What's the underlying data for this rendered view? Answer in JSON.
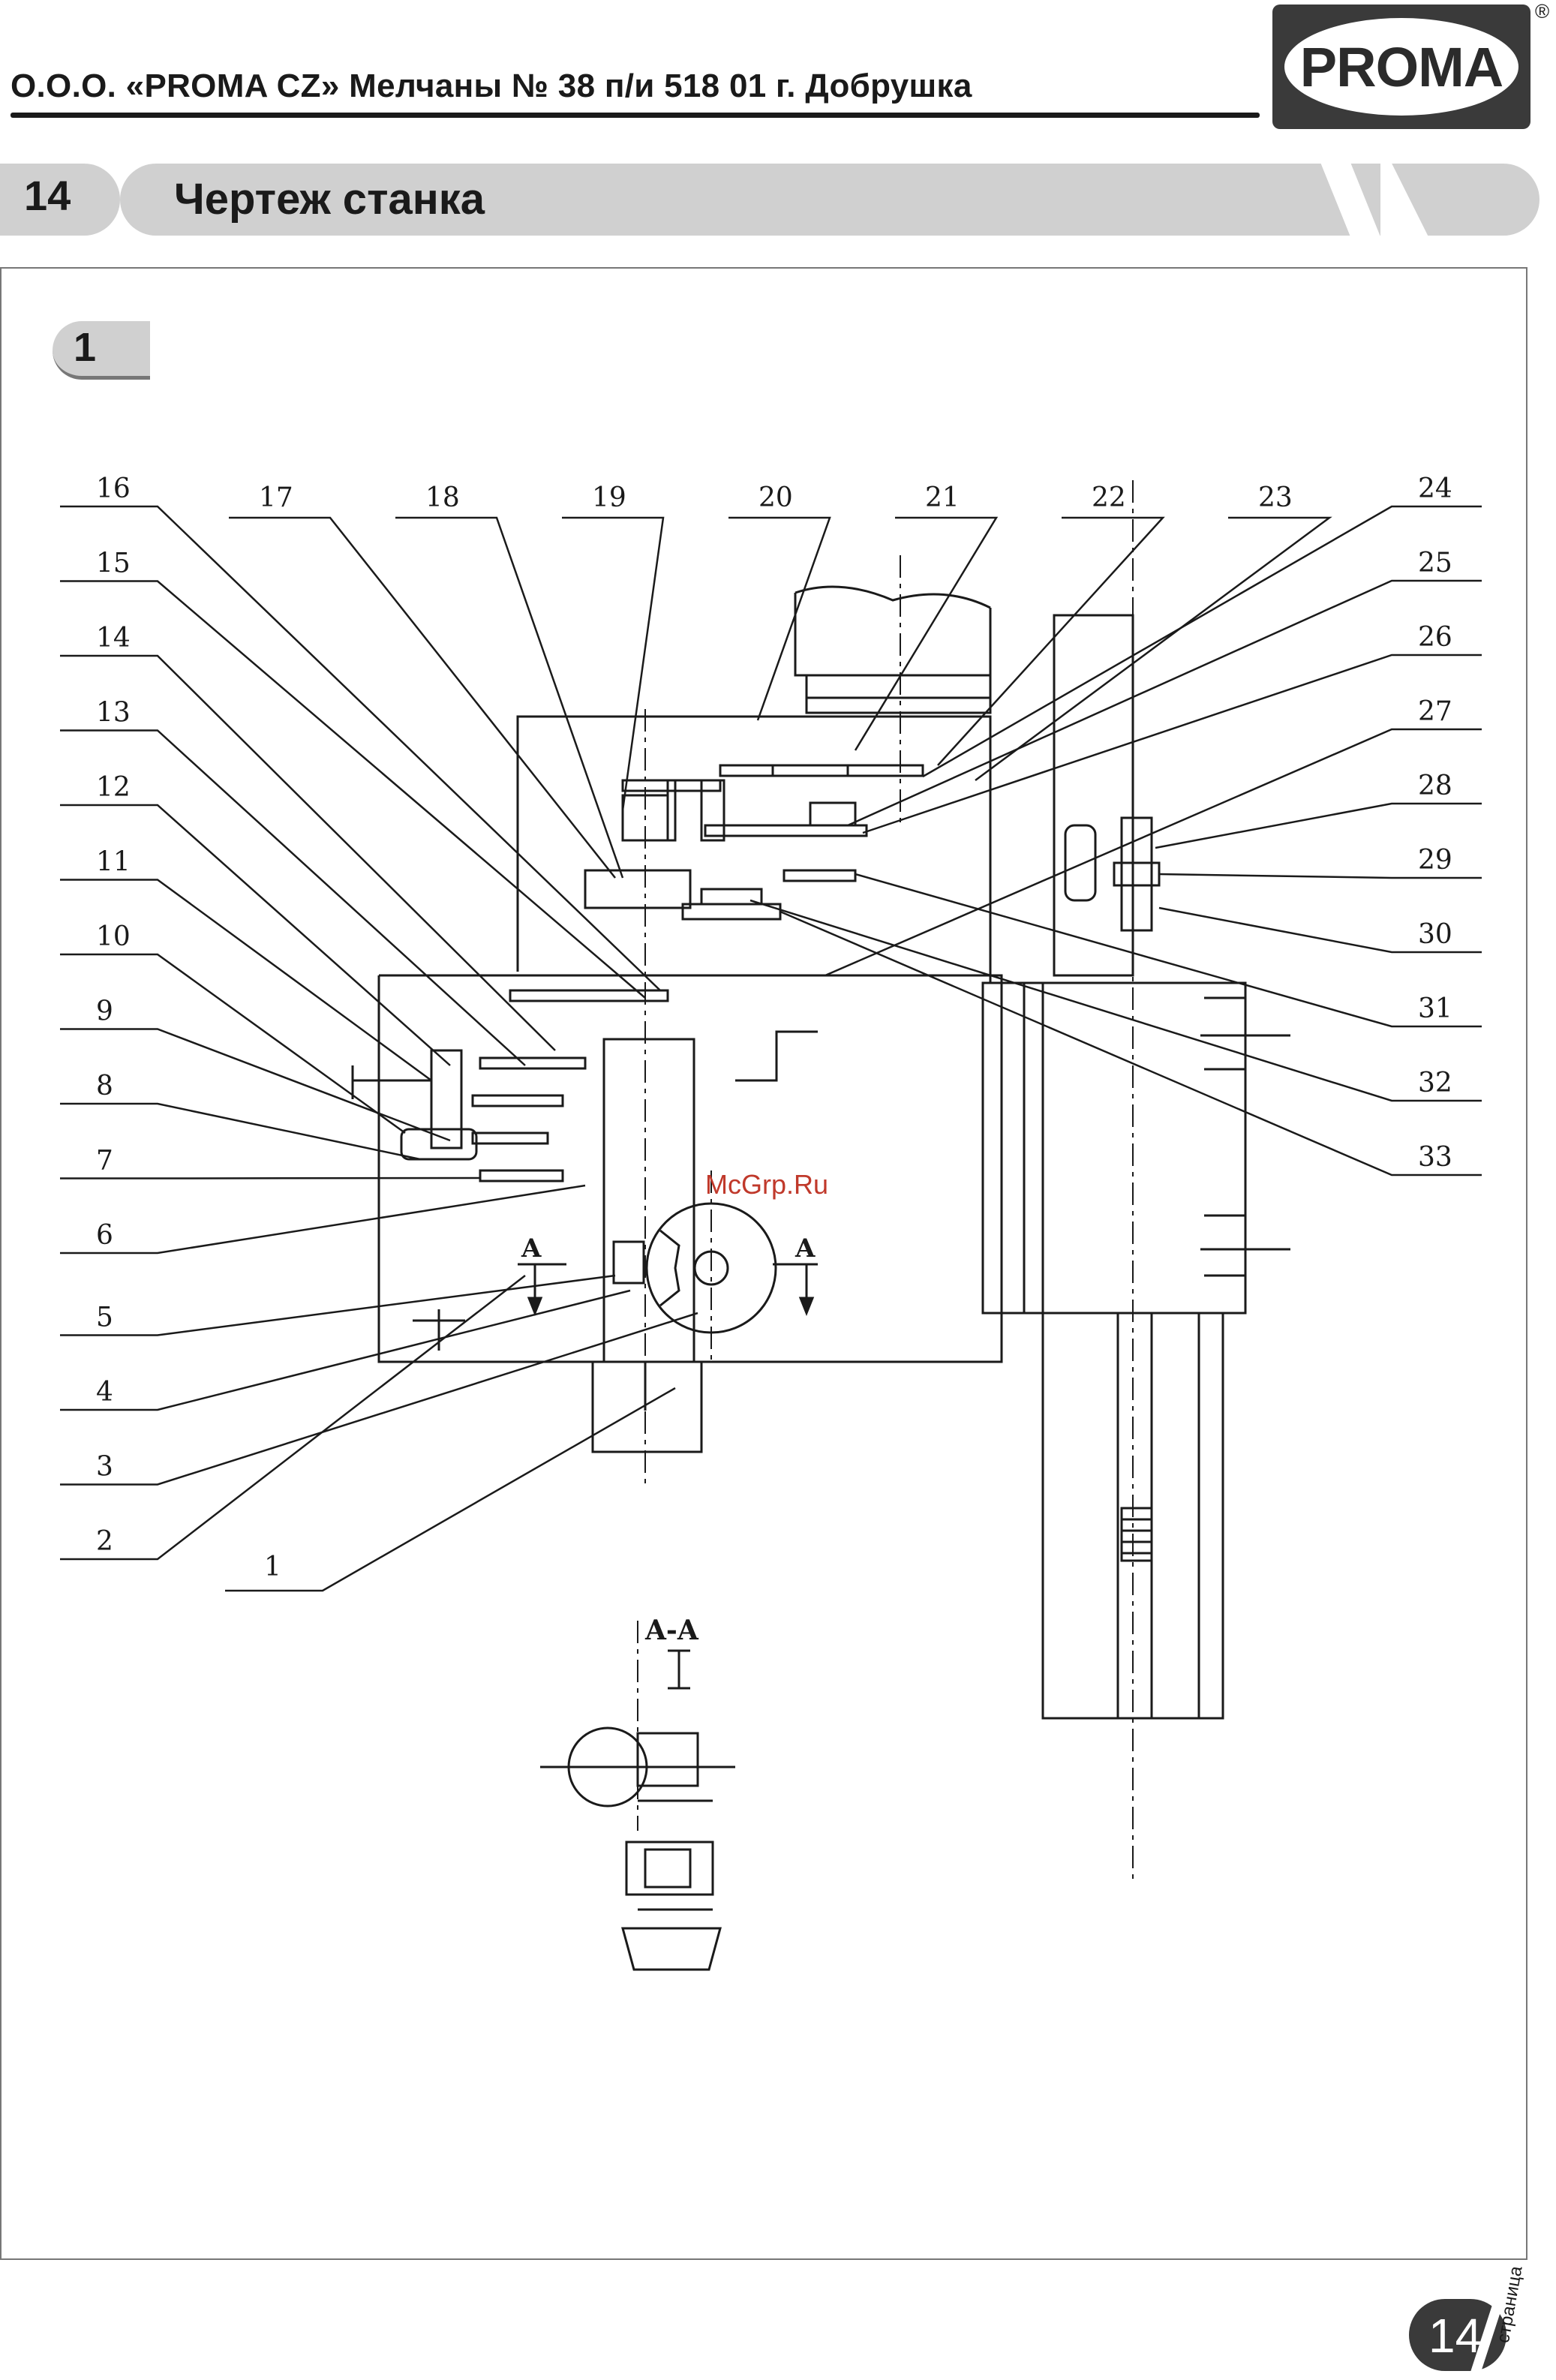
{
  "header": {
    "company": "О.О.О. «PROMA CZ» Мелчаны № 38 п/и 518 01 г. Добрушка",
    "logo_text": "PROMA",
    "registered_mark": "®"
  },
  "section": {
    "page_number": "14",
    "title": "Чертеж станка"
  },
  "figure": {
    "number": "1",
    "section_label_left": "A",
    "section_label_right": "A",
    "section_view_title": "A-A",
    "callouts_left": [
      "16",
      "15",
      "14",
      "13",
      "12",
      "11",
      "10",
      "9",
      "8",
      "7",
      "6",
      "5",
      "4",
      "3",
      "2"
    ],
    "callouts_top": [
      "17",
      "18",
      "19",
      "20",
      "21",
      "22",
      "23"
    ],
    "callouts_right": [
      "24",
      "25",
      "26",
      "27",
      "28",
      "29",
      "30",
      "31",
      "32",
      "33"
    ],
    "callout_bottom": "1"
  },
  "watermark": "McGrp.Ru",
  "footer": {
    "page_number": "14",
    "page_word": "страница"
  },
  "colors": {
    "accent_gray": "#d0d0d0",
    "dark": "#3a3a3a",
    "watermark": "#c0392b"
  }
}
